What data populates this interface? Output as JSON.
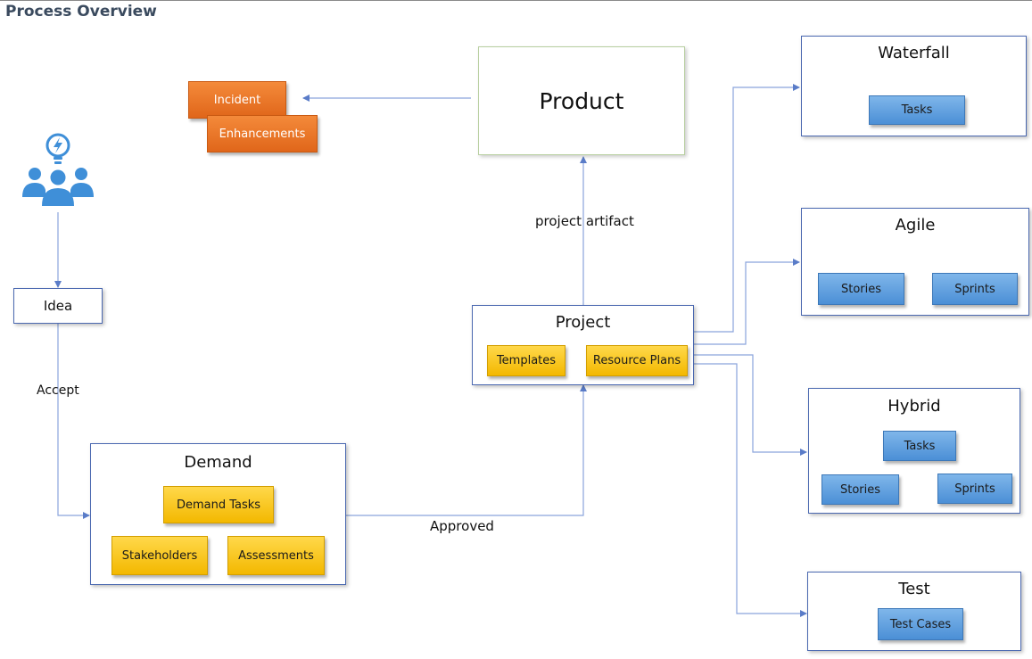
{
  "page": {
    "title": "Process Overview"
  },
  "icons": {
    "ideation": "people-lightbulb-icon"
  },
  "colors": {
    "box_border": "#4a68b0",
    "connector": "#6f8fd0",
    "yellow_chip": "#f7c400",
    "blue_chip": "#5b9bdc",
    "orange_chip": "#ea7428",
    "product_border": "#b8cfa0",
    "icon": "#3f8fd8"
  },
  "nodes": {
    "idea": {
      "label": "Idea"
    },
    "demand": {
      "title": "Demand",
      "chips": [
        "Demand Tasks",
        "Stakeholders",
        "Assessments"
      ]
    },
    "project": {
      "title": "Project",
      "chips": [
        "Templates",
        "Resource Plans"
      ]
    },
    "product": {
      "title": "Product"
    },
    "incident": {
      "label": "Incident"
    },
    "enhancements": {
      "label": "Enhancements"
    },
    "waterfall": {
      "title": "Waterfall",
      "chips": [
        "Tasks"
      ]
    },
    "agile": {
      "title": "Agile",
      "chips": [
        "Stories",
        "Sprints"
      ]
    },
    "hybrid": {
      "title": "Hybrid",
      "chips": [
        "Tasks",
        "Stories",
        "Sprints"
      ]
    },
    "test": {
      "title": "Test",
      "chips": [
        "Test Cases"
      ]
    }
  },
  "connectors": {
    "accept": "Accept",
    "approved": "Approved",
    "project_artifact": "project artifact"
  }
}
